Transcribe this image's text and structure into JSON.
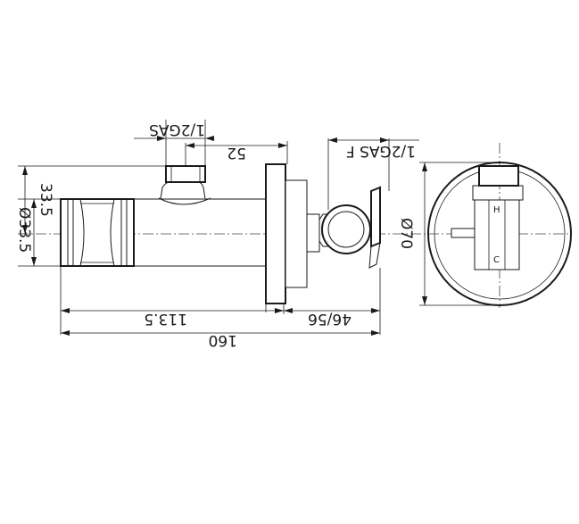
{
  "dimensions": {
    "thread_top": "1/2GAS",
    "thread_right": "1/2GAS F",
    "d52": "52",
    "d33_5": "33.5",
    "dia33_5": "Ø33.5",
    "d113_5": "113.5",
    "d46_56": "46/56",
    "d160": "160",
    "dia70": "Ø70"
  }
}
